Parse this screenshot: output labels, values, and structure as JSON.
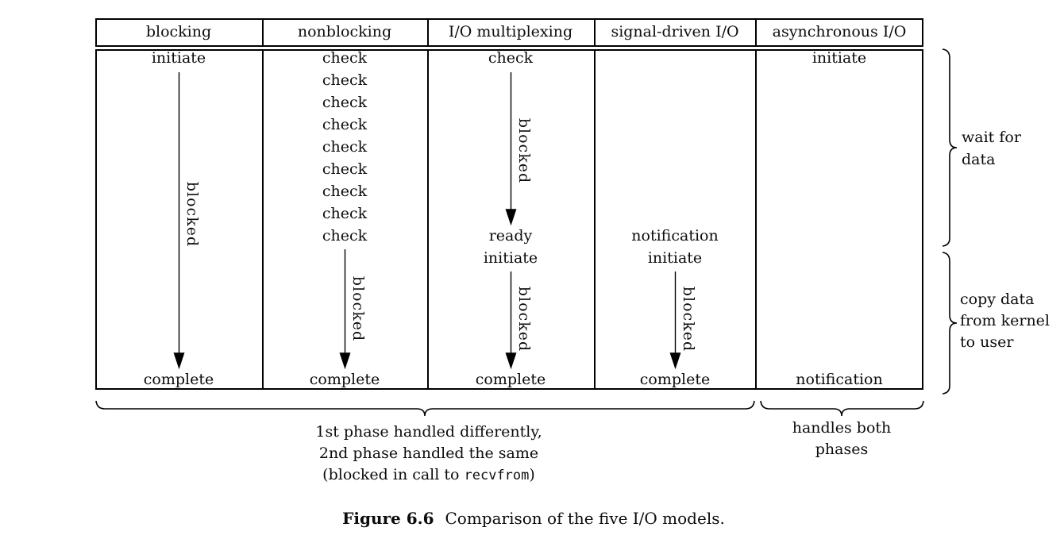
{
  "header": {
    "col1": "blocking",
    "col2": "nonblocking",
    "col3": "I/O multiplexing",
    "col4": "signal-driven I/O",
    "col5": "asynchronous I/O"
  },
  "col1": {
    "initiate": "initiate",
    "blocked": "blocked",
    "complete": "complete"
  },
  "col2": {
    "checks": [
      "check",
      "check",
      "check",
      "check",
      "check",
      "check",
      "check",
      "check",
      "check"
    ],
    "blocked": "blocked",
    "complete": "complete"
  },
  "col3": {
    "check": "check",
    "blocked1": "blocked",
    "ready": "ready",
    "initiate": "initiate",
    "blocked2": "blocked",
    "complete": "complete"
  },
  "col4": {
    "notification": "notification",
    "initiate": "initiate",
    "blocked": "blocked",
    "complete": "complete"
  },
  "col5": {
    "initiate": "initiate",
    "notification": "notification"
  },
  "braces": {
    "wait": {
      "line1": "wait for",
      "line2": "data"
    },
    "copy": {
      "line1": "copy data",
      "line2": "from kernel",
      "line3": "to user"
    },
    "phase": {
      "line1": "1st phase handled differently,",
      "line2": "2nd phase handled the same",
      "line3_pre": "(blocked in call to ",
      "line3_code": "recvfrom",
      "line3_post": ")"
    },
    "both": {
      "line1": "handles both",
      "line2": "phases"
    }
  },
  "caption": {
    "label": "Figure 6.6",
    "text": "Comparison of the five I/O models."
  }
}
